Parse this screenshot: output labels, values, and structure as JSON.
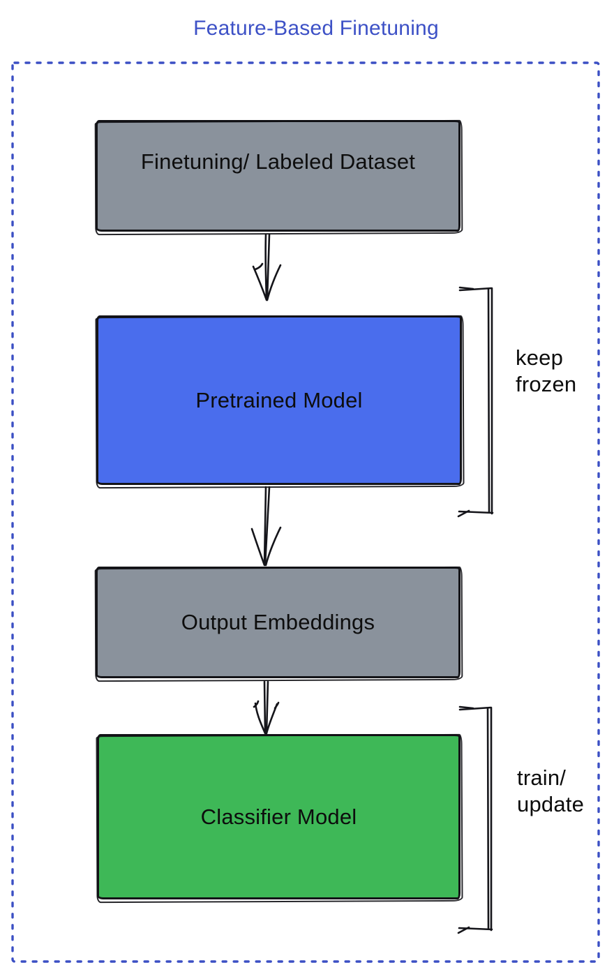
{
  "title": "Feature-Based Finetuning",
  "boxes": {
    "dataset": {
      "label": "Finetuning/ Labeled Dataset",
      "fill": "#8a929c"
    },
    "pretrained": {
      "label": "Pretrained Model",
      "fill": "#4a6ded"
    },
    "embeddings": {
      "label": "Output Embeddings",
      "fill": "#8a929c"
    },
    "classifier": {
      "label": "Classifier Model",
      "fill": "#3eb857"
    }
  },
  "annotations": {
    "keep_frozen": {
      "line1": "keep",
      "line2": "frozen"
    },
    "train_update": {
      "line1": "train/",
      "line2": "update"
    }
  },
  "colors": {
    "title_text": "#3d51c6",
    "dashed_border": "#3b4fc4",
    "sketch_stroke": "#15151a",
    "label_text": "#0d0d0d",
    "background": "#ffffff"
  }
}
